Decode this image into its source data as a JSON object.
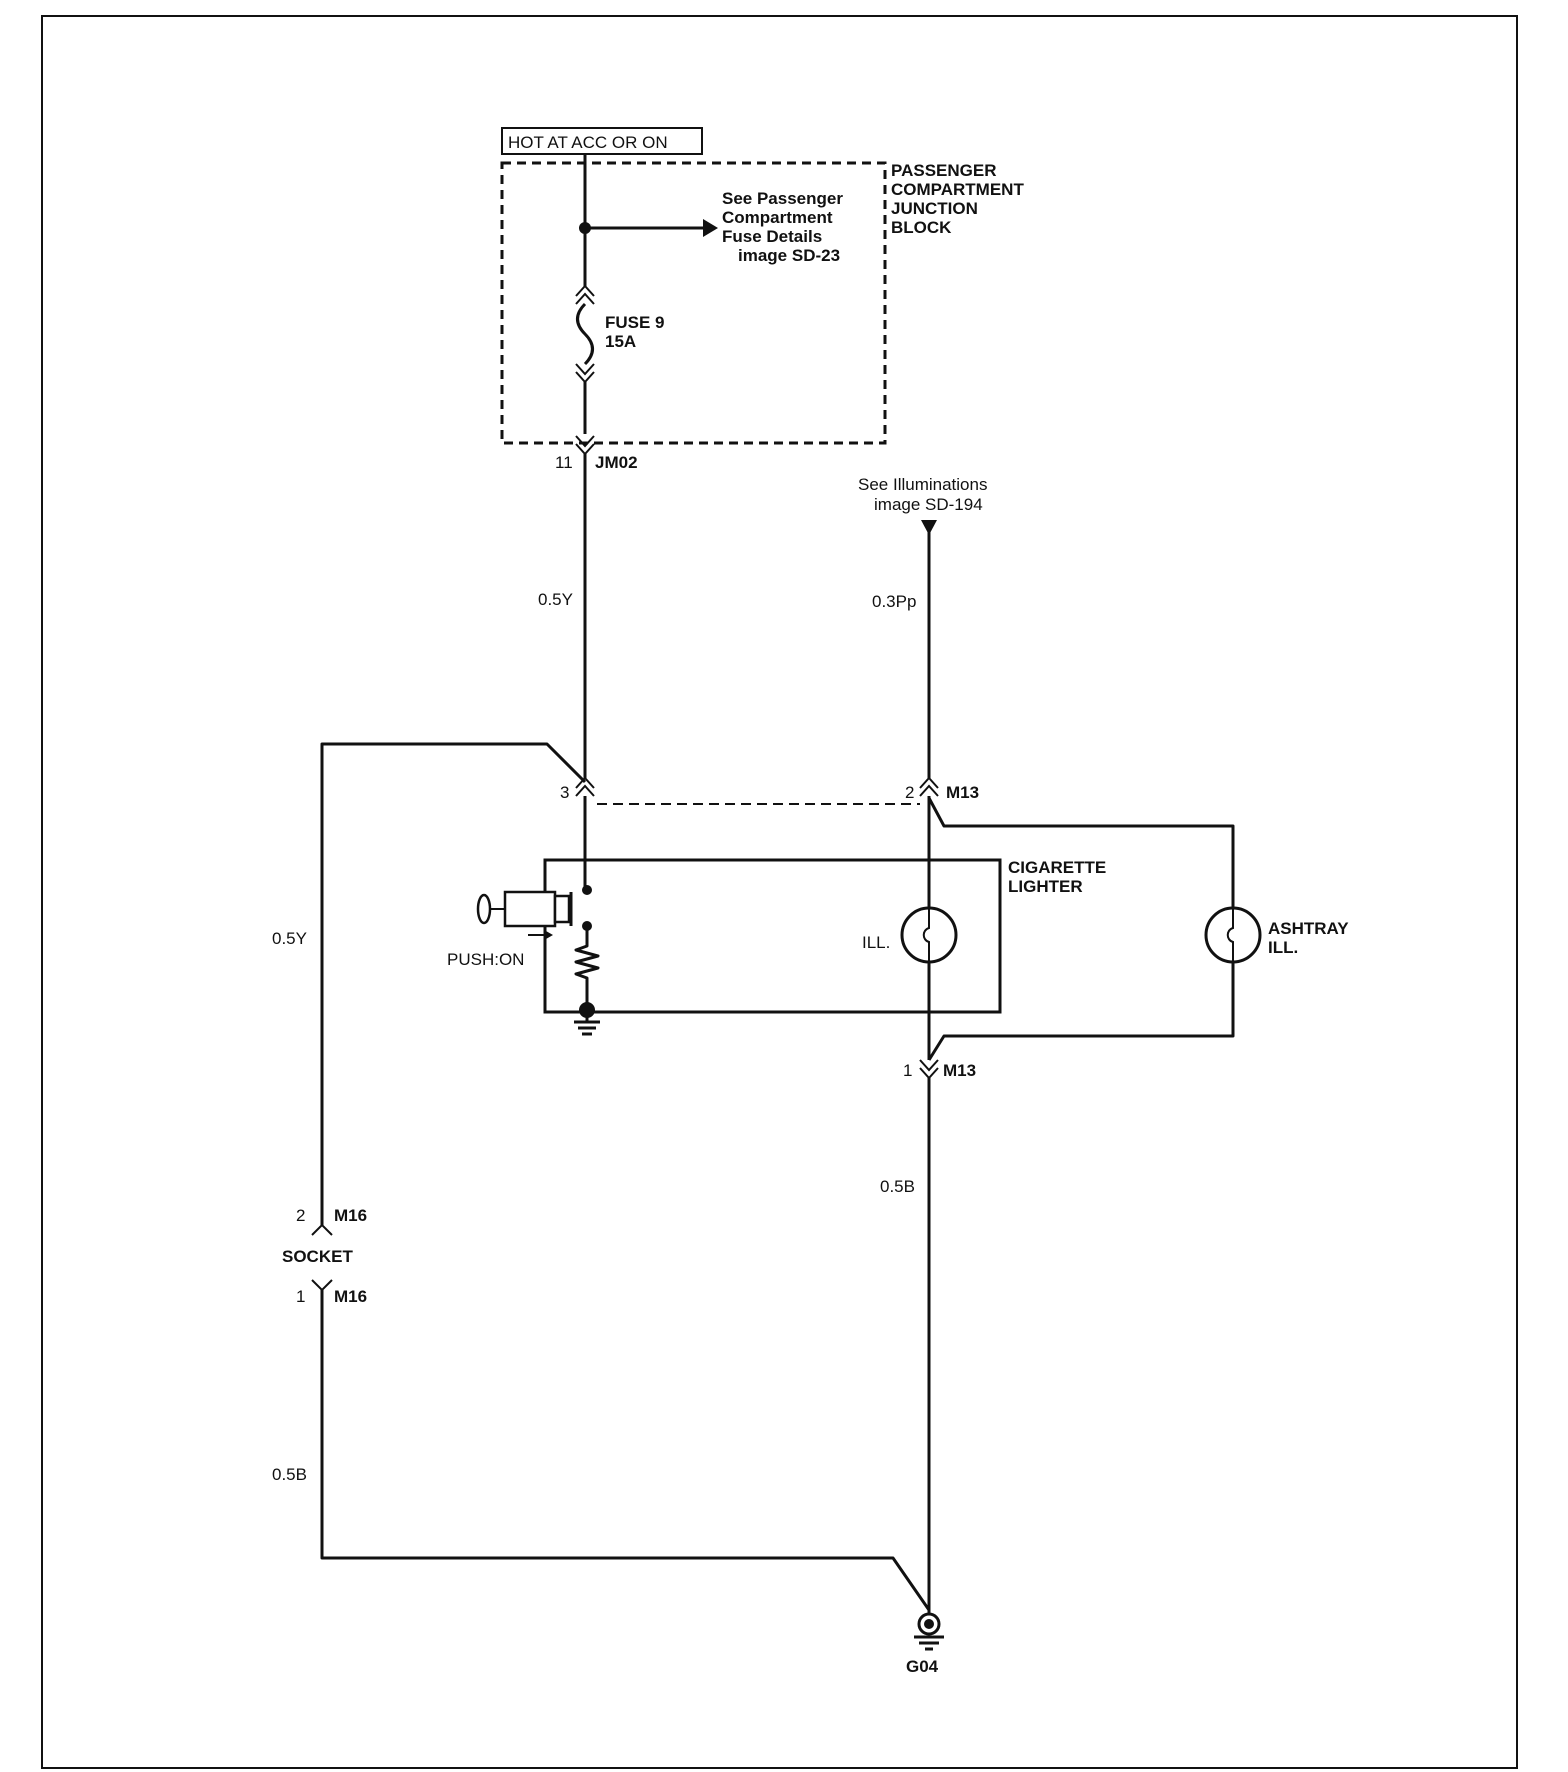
{
  "diagram": {
    "hot_label": "HOT AT ACC OR ON",
    "junction_block": {
      "line1": "PASSENGER",
      "line2": "COMPARTMENT",
      "line3": "JUNCTION",
      "line4": "BLOCK"
    },
    "fuse_ref": {
      "line1": "See Passenger",
      "line2": "Compartment",
      "line3": "Fuse Details",
      "line4": "image SD-23"
    },
    "fuse": {
      "name": "FUSE 9",
      "rating": "15A"
    },
    "connector_jm02": {
      "pin": "11",
      "name": "JM02"
    },
    "illum_ref": {
      "line1": "See Illuminations",
      "line2": "image SD-194"
    },
    "wires": {
      "y_top": "0.5Y",
      "pp_top": "0.3Pp",
      "y_left": "0.5Y",
      "b_right": "0.5B",
      "b_left": "0.5B"
    },
    "connector_m13_top": {
      "pin": "2",
      "name": "M13"
    },
    "connector_3": {
      "pin": "3"
    },
    "cigarette_lighter": {
      "line1": "CIGARETTE",
      "line2": "LIGHTER",
      "lamp": "ILL.",
      "push": "PUSH:ON"
    },
    "ashtray": {
      "line1": "ASHTRAY",
      "line2": "ILL."
    },
    "connector_m13_bottom": {
      "pin": "1",
      "name": "M13"
    },
    "socket": {
      "label": "SOCKET",
      "top_pin": "2",
      "top_name": "M16",
      "bottom_pin": "1",
      "bottom_name": "M16"
    },
    "ground": {
      "name": "G04"
    }
  }
}
